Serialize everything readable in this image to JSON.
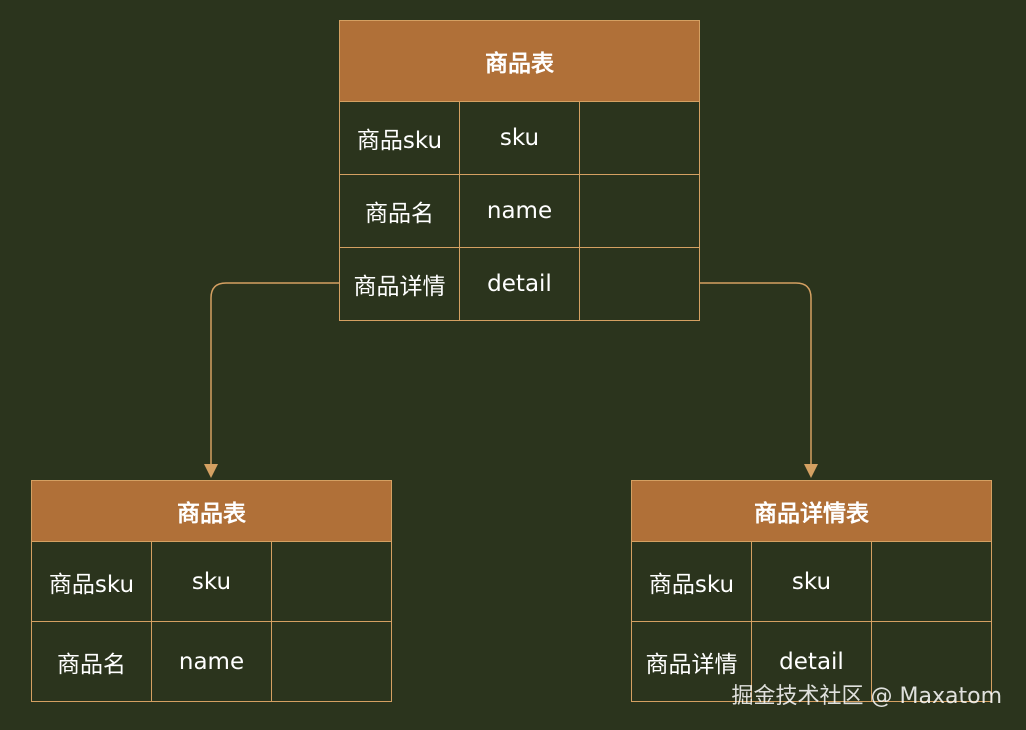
{
  "colors": {
    "background": "#2b341d",
    "header_fill": "#b07038",
    "border": "#d4a062",
    "text": "#ffffff",
    "connector": "#d4a062"
  },
  "tables": {
    "top": {
      "title": "商品表",
      "rows": [
        [
          "商品sku",
          "sku",
          ""
        ],
        [
          "商品名",
          "name",
          ""
        ],
        [
          "商品详情",
          "detail",
          ""
        ]
      ]
    },
    "left": {
      "title": "商品表",
      "rows": [
        [
          "商品sku",
          "sku",
          ""
        ],
        [
          "商品名",
          "name",
          ""
        ]
      ]
    },
    "right": {
      "title": "商品详情表",
      "rows": [
        [
          "商品sku",
          "sku",
          ""
        ],
        [
          "商品详情",
          "detail",
          ""
        ]
      ]
    }
  },
  "watermark": "掘金技术社区 @ Maxatom"
}
